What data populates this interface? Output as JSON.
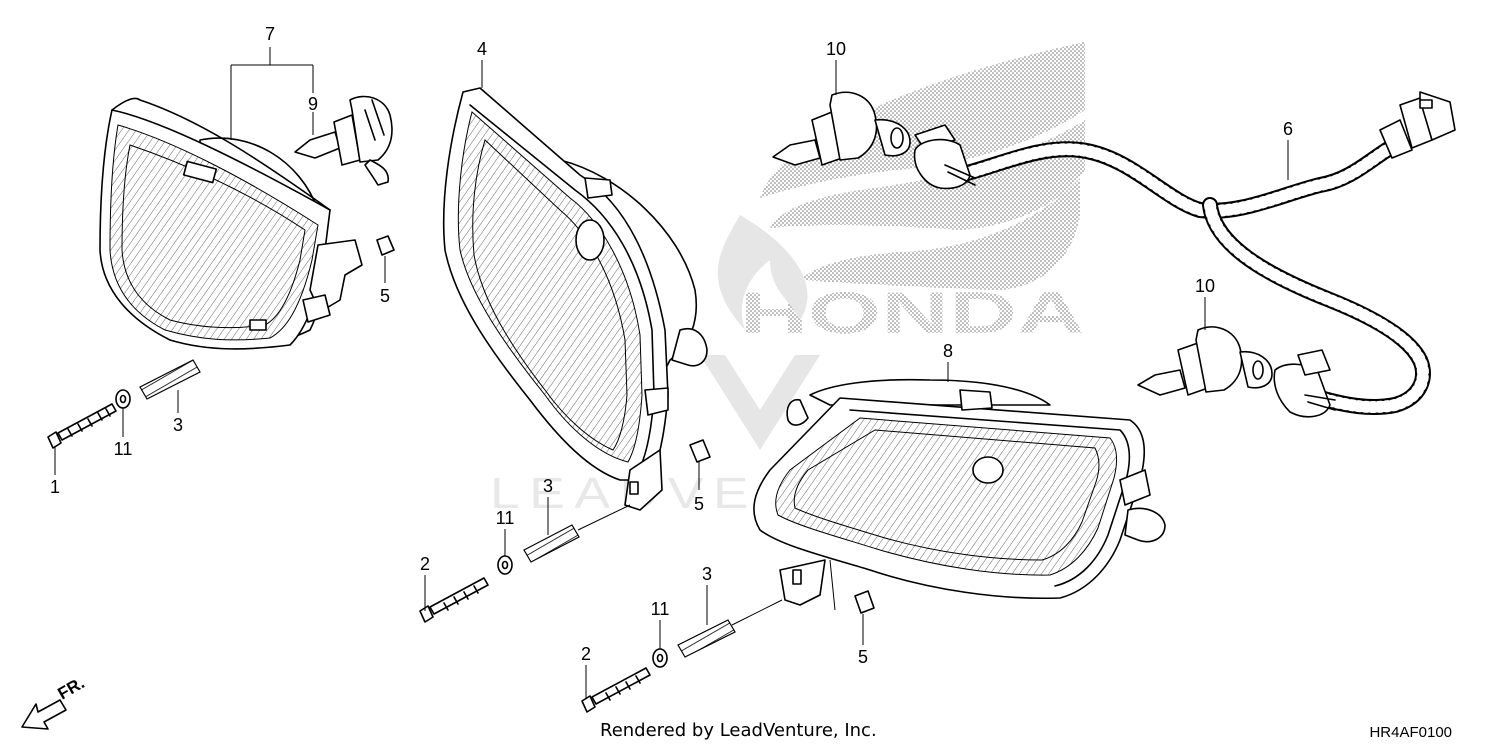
{
  "diagram": {
    "parts": [
      {
        "ref": "1",
        "name": "bolt"
      },
      {
        "ref": "2",
        "name": "bolt"
      },
      {
        "ref": "3",
        "name": "spring"
      },
      {
        "ref": "4",
        "name": "headlight-unit"
      },
      {
        "ref": "5",
        "name": "clip-nut"
      },
      {
        "ref": "6",
        "name": "wire-harness"
      },
      {
        "ref": "7",
        "name": "headlight-assembly"
      },
      {
        "ref": "8",
        "name": "headlight-unit"
      },
      {
        "ref": "9",
        "name": "bulb"
      },
      {
        "ref": "10",
        "name": "bulb"
      },
      {
        "ref": "11",
        "name": "washer"
      }
    ],
    "callouts": {
      "c7": "7",
      "c9": "9",
      "c4": "4",
      "c10a": "10",
      "c6": "6",
      "c10b": "10",
      "c8": "8",
      "c5a": "5",
      "c5b": "5",
      "c5c": "5",
      "c3a": "3",
      "c3b": "3",
      "c3c": "3",
      "c11a": "11",
      "c11b": "11",
      "c11c": "11",
      "c1": "1",
      "c2a": "2",
      "c2b": "2"
    },
    "direction_label": "FR.",
    "background_brand": "HONDA",
    "watermark_text": "LEADVENTURE",
    "credit": "Rendered by LeadVenture, Inc.",
    "diagram_code": "HR4AF0100"
  },
  "colors": {
    "ink": "#000000",
    "background": "#ffffff",
    "watermark": "#e6e6e6"
  }
}
